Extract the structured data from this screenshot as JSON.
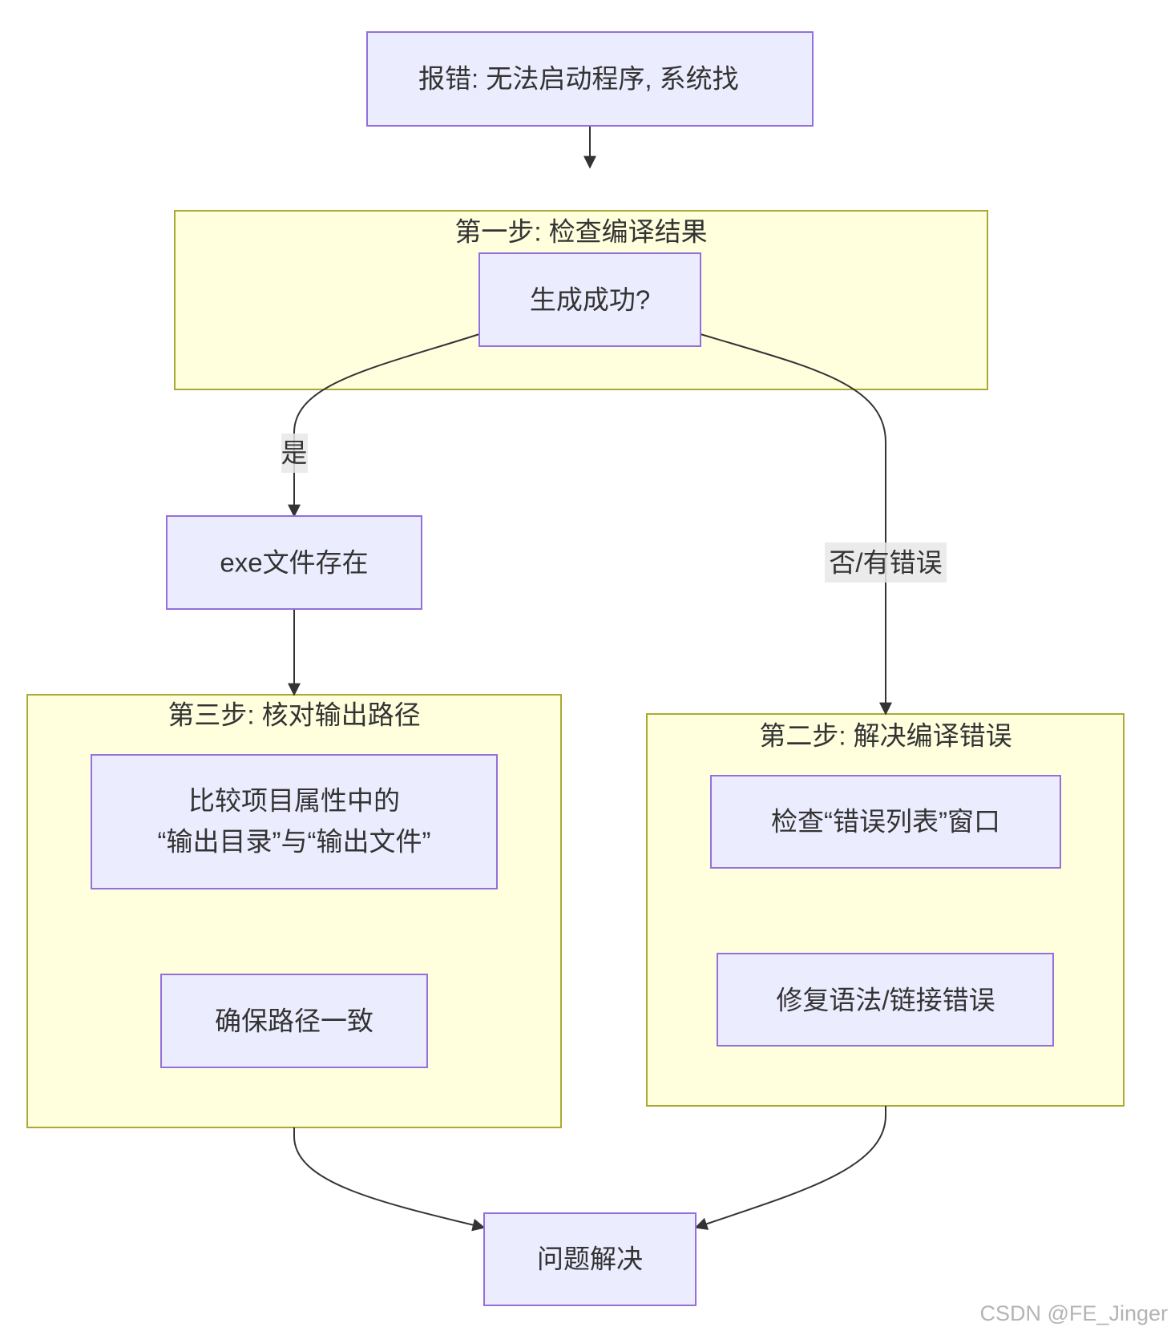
{
  "nodes": {
    "error": "报错: 无法启动程序, 系统找",
    "build_success": "生成成功?",
    "exe_exists": "exe文件存在",
    "compare_line1": "比较项目属性中的",
    "compare_line2": "“输出目录”与“输出文件”",
    "ensure_path": "确保路径一致",
    "check_error_list": "检查“错误列表”窗口",
    "fix_errors": "修复语法/链接错误",
    "resolved": "问题解决"
  },
  "subgraphs": {
    "step1": "第一步: 检查编译结果",
    "step2": "第二步: 解决编译错误",
    "step3": "第三步: 核对输出路径"
  },
  "edge_labels": {
    "yes": "是",
    "no": "否/有错误"
  },
  "watermark": "CSDN @FE_Jinger",
  "colors": {
    "node_fill": "#ECECFF",
    "node_stroke": "#9370DB",
    "cluster_fill": "#FFFFDE",
    "cluster_stroke": "#AAAA33",
    "edge": "#333333",
    "edge_label_bg": "#E8E8E8",
    "text": "#333333"
  }
}
